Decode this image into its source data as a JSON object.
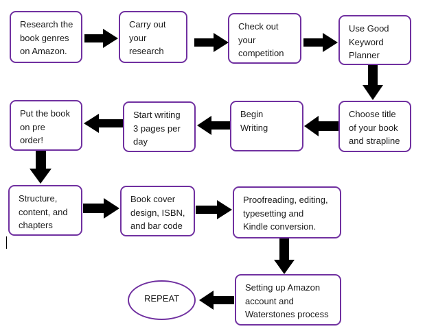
{
  "colors": {
    "box_border": "#7030a0",
    "arrow": "#000000",
    "text": "#1a1a1a"
  },
  "steps": [
    {
      "id": "s1",
      "text": "Research the\nbook genres\non Amazon."
    },
    {
      "id": "s2",
      "text": "Carry out\nyour\nresearch"
    },
    {
      "id": "s3",
      "text": "Check out\nyour\ncompetition"
    },
    {
      "id": "s4",
      "text": "Use Good\nKeyword\nPlanner"
    },
    {
      "id": "s5",
      "text": "Choose title\nof your book\nand strapline"
    },
    {
      "id": "s6",
      "text": "Begin\nWriting"
    },
    {
      "id": "s7",
      "text": "Start writing\n3 pages per\nday"
    },
    {
      "id": "s8",
      "text": "Put the book\non pre\norder!"
    },
    {
      "id": "s9",
      "text": "Structure,\ncontent, and\nchapters"
    },
    {
      "id": "s10",
      "text": "Book cover\ndesign, ISBN,\nand bar code"
    },
    {
      "id": "s11",
      "text": "Proofreading, editing,\ntypesetting and\nKindle conversion."
    },
    {
      "id": "s12",
      "text": "Setting up Amazon\naccount and\nWaterstones process"
    }
  ],
  "end": {
    "text": "REPEAT"
  }
}
